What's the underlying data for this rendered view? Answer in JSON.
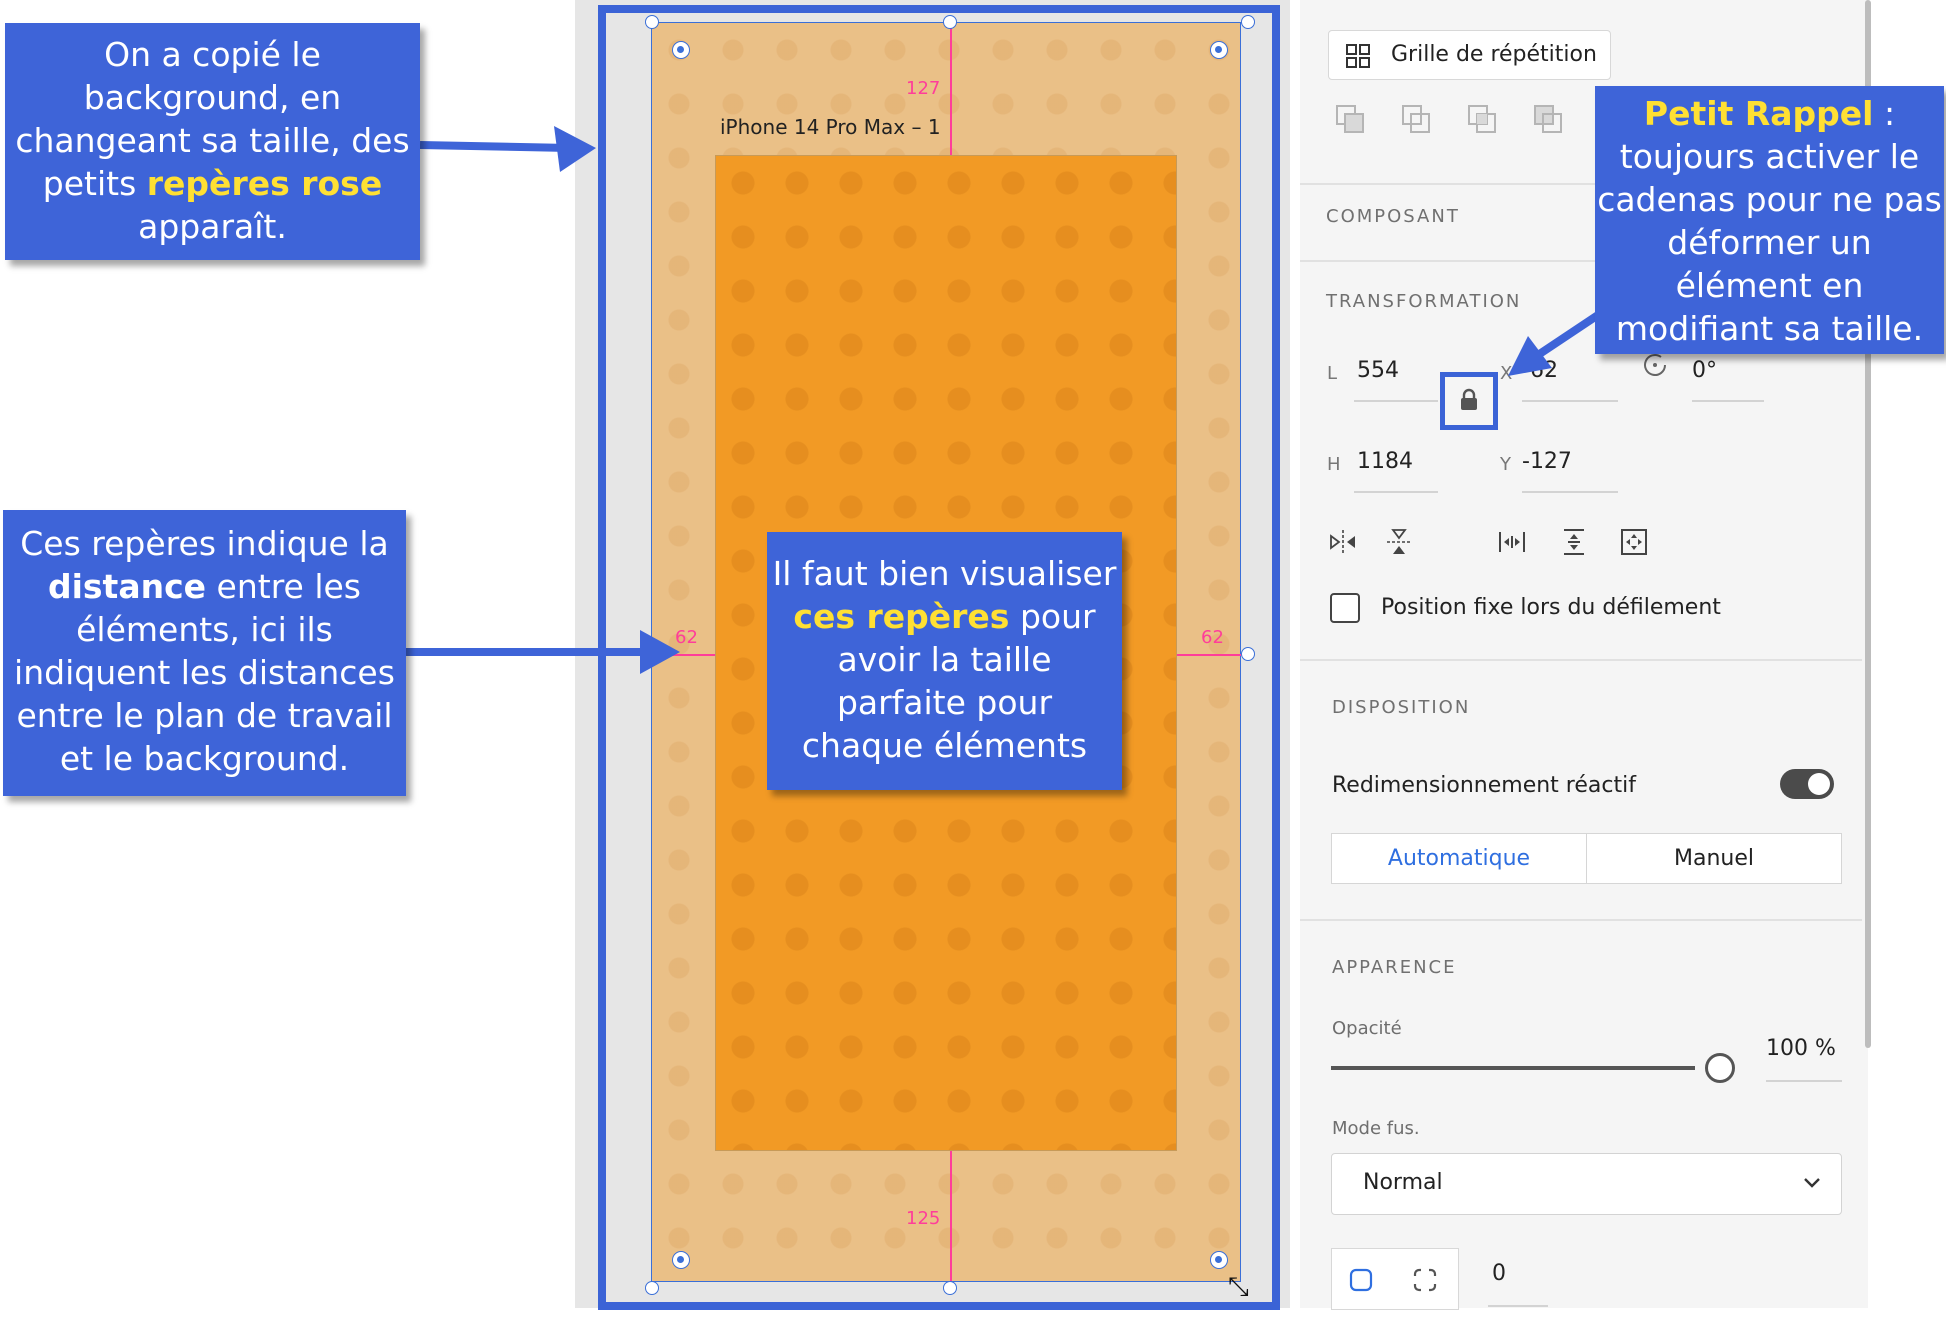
{
  "canvas": {
    "artboard_title": "iPhone 14 Pro Max – 1",
    "guides": {
      "top": "127",
      "left": "62",
      "right": "62",
      "bottom": "125"
    }
  },
  "callouts": {
    "one": {
      "l1": "On a copié le",
      "l2": "background, en",
      "l3": "changeant sa taille, des",
      "l4a": "petits ",
      "l4b": "repères rose",
      "l5": "apparaît."
    },
    "two": {
      "l1": "Ces repères indique la",
      "l2a": "distance",
      "l2b": " entre les",
      "l3": "éléments, ici ils",
      "l4": "indiquent les distances",
      "l5": "entre le plan de travail",
      "l6": "et le background."
    },
    "three": {
      "l1": "Il faut bien visualiser",
      "l2a": "ces repères",
      "l2b": " pour",
      "l3": "avoir  la taille",
      "l4": "parfaite pour",
      "l5": "chaque éléments"
    },
    "four": {
      "l1a": "Petit Rappel",
      "l1b": " :",
      "l2": "toujours activer le",
      "l3": "cadenas pour ne pas",
      "l4": "déformer un",
      "l5": "élément en",
      "l6": "modifiant sa taille."
    }
  },
  "panel": {
    "repeat_grid_label": "Grille de répétition",
    "sections": {
      "component": "COMPOSANT",
      "transform": "TRANSFORMATION",
      "layout": "DISPOSITION",
      "appearance": "APPARENCE"
    },
    "transform": {
      "w_letter": "L",
      "w_value": "554",
      "x_letter": "X",
      "x_value": "62",
      "rotation_value": "0°",
      "h_letter": "H",
      "h_value": "1184",
      "y_letter": "Y",
      "y_value": "-127"
    },
    "fixed_position_label": "Position fixe lors du défilement",
    "responsive_resize_label": "Redimensionnement réactif",
    "responsive_resize_on": true,
    "segments": {
      "auto": "Automatique",
      "manual": "Manuel"
    },
    "opacity_label": "Opacité",
    "opacity_value": "100 %",
    "opacity_level": 1.0,
    "blend_label": "Mode fus.",
    "blend_value": "Normal",
    "corner_value": "0"
  },
  "colors": {
    "callout_bg": "#3e64d8",
    "highlight": "#ffe033",
    "guide": "#ff3d9a",
    "accent_link": "#2f6fe0"
  },
  "icons": [
    "repeat-grid-icon",
    "boolean-add-icon",
    "boolean-subtract-icon",
    "boolean-intersect-icon",
    "boolean-exclude-icon",
    "lock-icon",
    "rotation-icon",
    "flip-horizontal-icon",
    "flip-vertical-icon",
    "distribute-horizontal-icon",
    "distribute-vertical-icon",
    "fit-icon",
    "chevron-down-icon"
  ]
}
